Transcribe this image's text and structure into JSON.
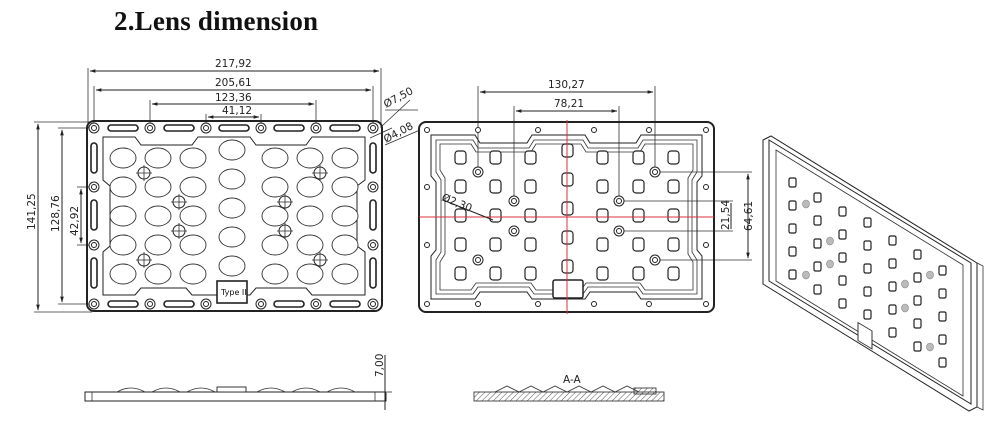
{
  "title": "2.Lens dimension",
  "front_view": {
    "dims": {
      "overall_width": "217,92",
      "hole_span_width": "205,61",
      "inner_hole_span": "123,36",
      "center_hole_span": "41,12",
      "overall_height": "141,25",
      "hole_span_height": "128,76",
      "mid_hole_span_height": "42,92",
      "outer_hole_diameter": "Ø7,50",
      "inner_hole_diameter": "Ø4,08"
    },
    "label": "Type II",
    "lens_grid": {
      "columns": 7,
      "rows": 5
    }
  },
  "back_view": {
    "dims": {
      "post_span_wide": "130,27",
      "post_span_narrow": "78,21",
      "post_span_height": "64,61",
      "post_span_height_inner": "21,54",
      "post_diameter": "Ø2,30"
    },
    "centerline_color": "#d9303b"
  },
  "side_view": {
    "dims": {
      "thickness": "7,00"
    }
  },
  "section_view": {
    "label": "A-A"
  },
  "isometric_view": {
    "description": "3D isometric lens panel"
  }
}
